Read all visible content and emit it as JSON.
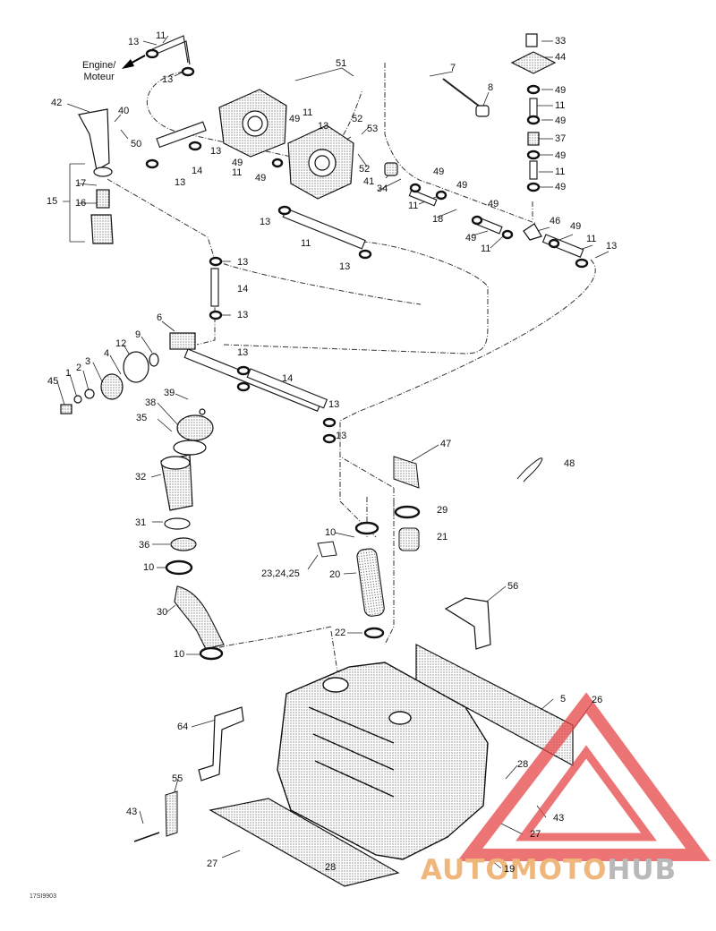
{
  "engine_label": "Engine/",
  "engine_label_fr": "Moteur",
  "doc_code": "17SI9903",
  "watermark": {
    "part1": "AUTO",
    "part2": "MOTO",
    "part3": "HUB",
    "color_orange": "#f0b77d",
    "color_gray": "#b9b9b9",
    "triangle_color": "#e64545"
  },
  "callouts": [
    "13",
    "11",
    "13",
    "51",
    "7",
    "8",
    "33",
    "44",
    "49",
    "11",
    "49",
    "37",
    "49",
    "11",
    "49",
    "42",
    "40",
    "50",
    "49",
    "11",
    "13",
    "52",
    "53",
    "52",
    "34",
    "41",
    "49",
    "49",
    "11",
    "18",
    "49",
    "49",
    "11",
    "46",
    "49",
    "11",
    "13",
    "49",
    "11",
    "49",
    "13",
    "14",
    "13",
    "15",
    "17",
    "16",
    "13",
    "11",
    "13",
    "13",
    "14",
    "13",
    "6",
    "9",
    "12",
    "4",
    "3",
    "2",
    "1",
    "45",
    "13",
    "14",
    "13",
    "13",
    "39",
    "38",
    "35",
    "47",
    "48",
    "32",
    "29",
    "21",
    "31",
    "10",
    "36",
    "23,24,25",
    "20",
    "10",
    "30",
    "22",
    "56",
    "10",
    "5",
    "26",
    "64",
    "28",
    "55",
    "43",
    "27",
    "19",
    "28",
    "27",
    "43"
  ]
}
